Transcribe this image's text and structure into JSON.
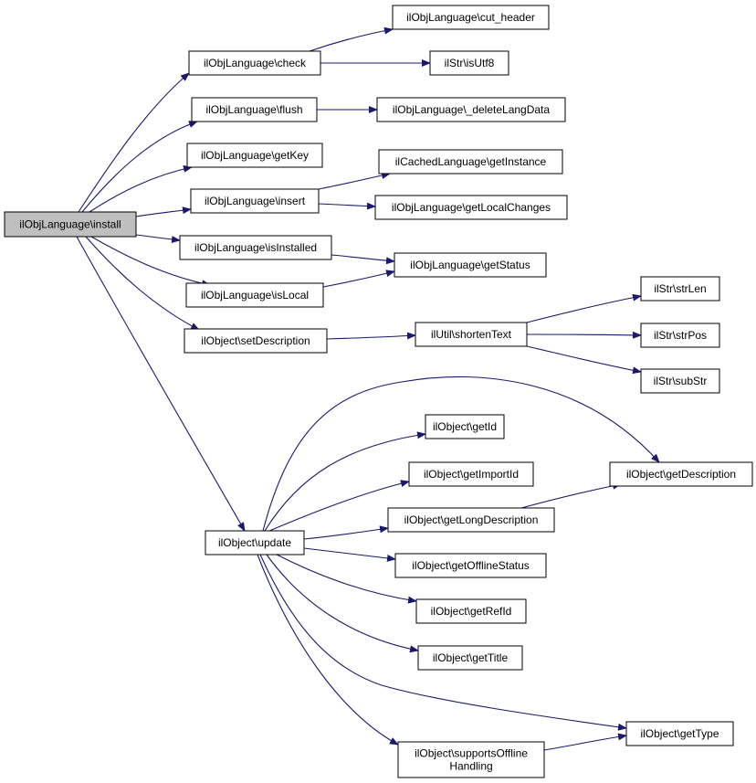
{
  "graph": {
    "colors": {
      "root_fill": "#bfbfbf",
      "node_fill": "#ffffff",
      "edge": "#191970"
    },
    "nodes": [
      {
        "id": "install",
        "lines": [
          "ilObjLanguage\\install"
        ],
        "root": true
      },
      {
        "id": "check",
        "lines": [
          "ilObjLanguage\\check"
        ]
      },
      {
        "id": "cut_header",
        "lines": [
          "ilObjLanguage\\cut_header"
        ]
      },
      {
        "id": "isUtf8",
        "lines": [
          "ilStr\\isUtf8"
        ]
      },
      {
        "id": "flush",
        "lines": [
          "ilObjLanguage\\flush"
        ]
      },
      {
        "id": "deleteLangData",
        "lines": [
          "ilObjLanguage\\_deleteLangData"
        ]
      },
      {
        "id": "getKey",
        "lines": [
          "ilObjLanguage\\getKey"
        ]
      },
      {
        "id": "insert",
        "lines": [
          "ilObjLanguage\\insert"
        ]
      },
      {
        "id": "getInstance",
        "lines": [
          "ilCachedLanguage\\getInstance"
        ]
      },
      {
        "id": "getLocalChanges",
        "lines": [
          "ilObjLanguage\\getLocalChanges"
        ]
      },
      {
        "id": "isInstalled",
        "lines": [
          "ilObjLanguage\\isInstalled"
        ]
      },
      {
        "id": "getStatus",
        "lines": [
          "ilObjLanguage\\getStatus"
        ]
      },
      {
        "id": "isLocal",
        "lines": [
          "ilObjLanguage\\isLocal"
        ]
      },
      {
        "id": "setDescription",
        "lines": [
          "ilObject\\setDescription"
        ]
      },
      {
        "id": "shortenText",
        "lines": [
          "ilUtil\\shortenText"
        ]
      },
      {
        "id": "strLen",
        "lines": [
          "ilStr\\strLen"
        ]
      },
      {
        "id": "strPos",
        "lines": [
          "ilStr\\strPos"
        ]
      },
      {
        "id": "subStr",
        "lines": [
          "ilStr\\subStr"
        ]
      },
      {
        "id": "update",
        "lines": [
          "ilObject\\update"
        ]
      },
      {
        "id": "getId",
        "lines": [
          "ilObject\\getId"
        ]
      },
      {
        "id": "getImportId",
        "lines": [
          "ilObject\\getImportId"
        ]
      },
      {
        "id": "getDescription",
        "lines": [
          "ilObject\\getDescription"
        ]
      },
      {
        "id": "getLongDescription",
        "lines": [
          "ilObject\\getLongDescription"
        ]
      },
      {
        "id": "getOfflineStatus",
        "lines": [
          "ilObject\\getOfflineStatus"
        ]
      },
      {
        "id": "getRefId",
        "lines": [
          "ilObject\\getRefId"
        ]
      },
      {
        "id": "getTitle",
        "lines": [
          "ilObject\\getTitle"
        ]
      },
      {
        "id": "getType",
        "lines": [
          "ilObject\\getType"
        ]
      },
      {
        "id": "supportsOfflineHandling",
        "lines": [
          "ilObject\\supportsOffline",
          "Handling"
        ]
      }
    ],
    "edges": [
      {
        "from": "install",
        "to": "check"
      },
      {
        "from": "install",
        "to": "flush"
      },
      {
        "from": "install",
        "to": "getKey"
      },
      {
        "from": "install",
        "to": "insert"
      },
      {
        "from": "install",
        "to": "isInstalled"
      },
      {
        "from": "install",
        "to": "isLocal"
      },
      {
        "from": "install",
        "to": "setDescription"
      },
      {
        "from": "install",
        "to": "update"
      },
      {
        "from": "check",
        "to": "cut_header"
      },
      {
        "from": "check",
        "to": "isUtf8"
      },
      {
        "from": "flush",
        "to": "deleteLangData"
      },
      {
        "from": "insert",
        "to": "getInstance"
      },
      {
        "from": "insert",
        "to": "getLocalChanges"
      },
      {
        "from": "isInstalled",
        "to": "getStatus"
      },
      {
        "from": "isLocal",
        "to": "getStatus"
      },
      {
        "from": "setDescription",
        "to": "shortenText"
      },
      {
        "from": "shortenText",
        "to": "strLen"
      },
      {
        "from": "shortenText",
        "to": "strPos"
      },
      {
        "from": "shortenText",
        "to": "subStr"
      },
      {
        "from": "update",
        "to": "getDescription"
      },
      {
        "from": "update",
        "to": "getId"
      },
      {
        "from": "update",
        "to": "getImportId"
      },
      {
        "from": "update",
        "to": "getLongDescription"
      },
      {
        "from": "update",
        "to": "getOfflineStatus"
      },
      {
        "from": "update",
        "to": "getRefId"
      },
      {
        "from": "update",
        "to": "getTitle"
      },
      {
        "from": "update",
        "to": "getType"
      },
      {
        "from": "update",
        "to": "supportsOfflineHandling"
      },
      {
        "from": "getLongDescription",
        "to": "getDescription"
      },
      {
        "from": "supportsOfflineHandling",
        "to": "getType"
      }
    ]
  }
}
